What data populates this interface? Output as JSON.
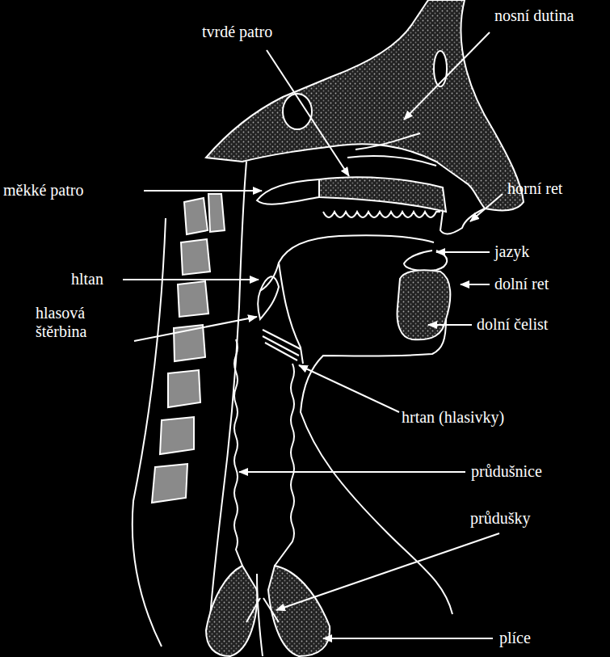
{
  "diagram": {
    "labels": [
      "tvrdé patro",
      "nosní dutina",
      "měkké patro",
      "horní ret",
      "jazyk",
      "hltan",
      "dolní ret",
      "hlasová štěrbina",
      "dolní čelist",
      "hrtan (hlasivky)",
      "průdušnice",
      "průdušky",
      "plíce"
    ]
  }
}
